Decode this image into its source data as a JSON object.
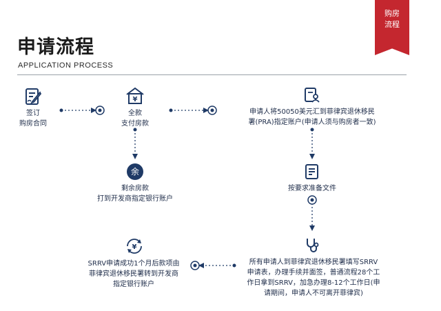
{
  "tag": {
    "line1": "购房",
    "line2": "流程"
  },
  "title": "申请流程",
  "subtitle": "APPLICATION PROCESS",
  "steps": {
    "sign": {
      "line1": "签订",
      "line2": "购房合同"
    },
    "pay": {
      "line1": "全款",
      "line2": "支付房款"
    },
    "remit": {
      "line1": "申请人将50050美元汇到菲律宾退休移民",
      "line2": "署(PRA)指定账户(申请人须与购房者一致)"
    },
    "balance": {
      "icon_text": "余",
      "line1": "剩余房款",
      "line2": "打到开发商指定银行账户"
    },
    "docs": {
      "line1": "按要求准备文件"
    },
    "apply": {
      "line1": "所有申请人到菲律宾退休移民署填写SRRV",
      "line2": "申请表，办理手续并面签，普通流程28个工",
      "line3": "作日拿到SRRV，加急办理8-12个工作日(申",
      "line4": "请期间，申请人不可离开菲律宾)"
    },
    "transfer": {
      "line1": "SRRV申请成功1个月后款项由",
      "line2": "菲律宾退休移民署转到开发商",
      "line3": "指定银行账户"
    }
  },
  "colors": {
    "navy": "#1f3a66",
    "red": "#c4272f"
  }
}
